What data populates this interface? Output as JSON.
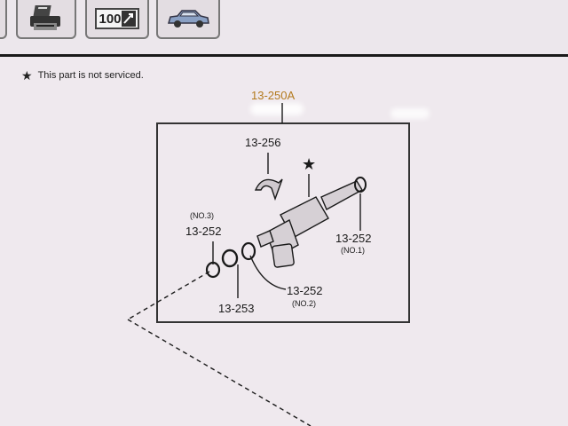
{
  "toolbar": {
    "buttons": [
      {
        "name": "printer-icon"
      },
      {
        "name": "hundred-percent-zoom",
        "label": "100"
      },
      {
        "name": "vehicle-icon"
      }
    ]
  },
  "note": {
    "symbol": "★",
    "text": "This part is not serviced."
  },
  "diagram": {
    "assembly_code": "13-250A",
    "not_serviced_mark": "★",
    "callouts": {
      "clip": "13-256",
      "oring_no3_code": "13-252",
      "oring_no3_sub": "(NO.3)",
      "oring_no1_code": "13-252",
      "oring_no1_sub": "(NO.1)",
      "oring_no2_code": "13-252",
      "oring_no2_sub": "(NO.2)",
      "washer": "13-253"
    }
  },
  "colors": {
    "background": "#efe9ee",
    "assembly_code": "#b37a1e",
    "line": "#1a1a1a"
  }
}
